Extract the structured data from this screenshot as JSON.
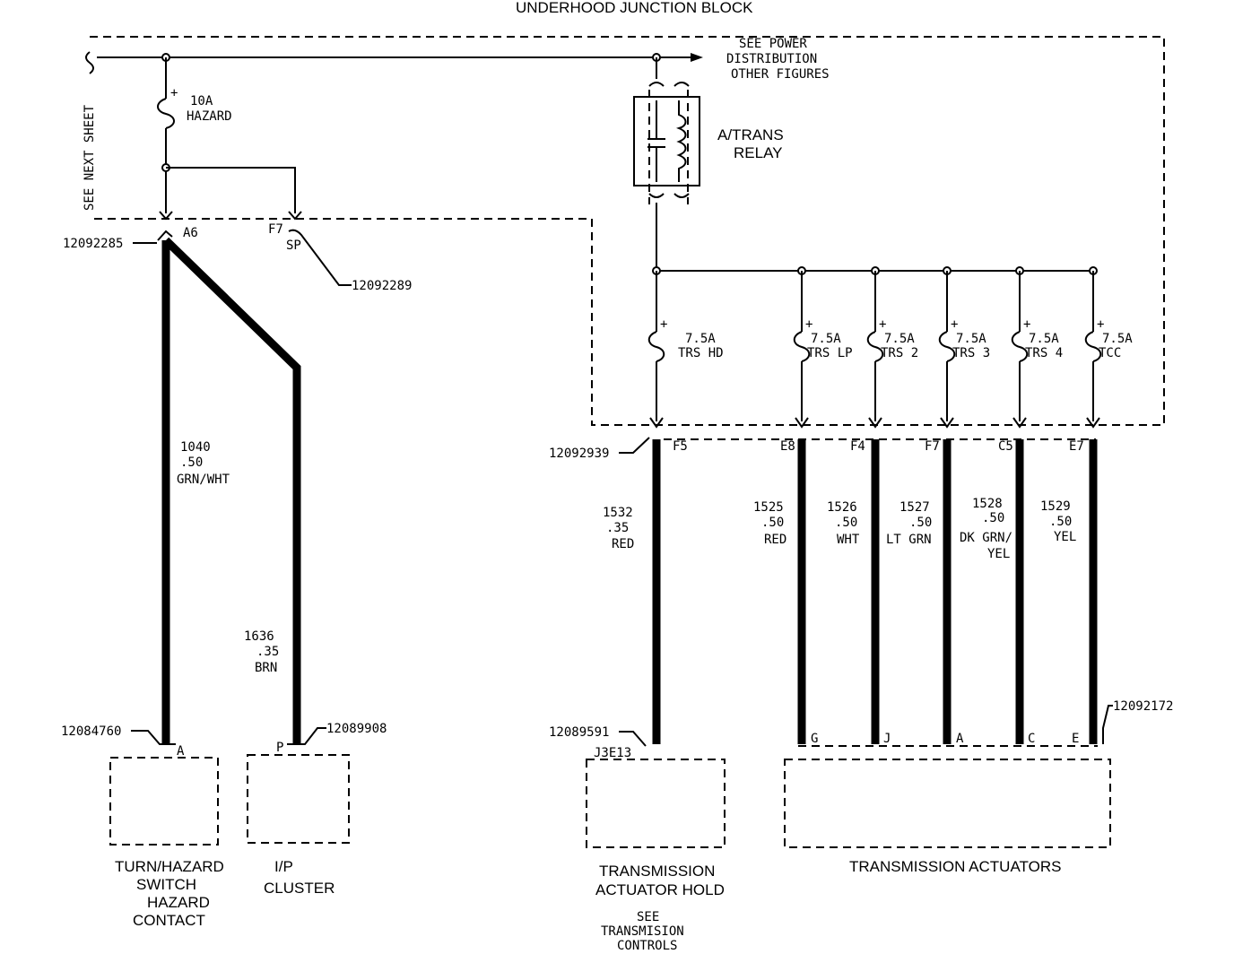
{
  "title": "UNDERHOOD JUNCTION BLOCK",
  "see_next_sheet": "SEE NEXT SHEET",
  "power_note": [
    "SEE POWER",
    "DISTRIBUTION",
    "OTHER FIGURES"
  ],
  "relay": {
    "line1": "A/TRANS",
    "line2": "RELAY"
  },
  "hazard_fuse": {
    "rating": "10A",
    "name": "HAZARD"
  },
  "fuses": [
    {
      "rating": "7.5A",
      "name": "TRS HD"
    },
    {
      "rating": "7.5A",
      "name": "TRS LP"
    },
    {
      "rating": "7.5A",
      "name": "TRS 2"
    },
    {
      "rating": "7.5A",
      "name": "TRS 3"
    },
    {
      "rating": "7.5A",
      "name": "TRS 4"
    },
    {
      "rating": "7.5A",
      "name": "TCC"
    }
  ],
  "connectors": {
    "c12092285": "12092285",
    "c12092289": "12092289",
    "c12092939": "12092939",
    "c12084760": "12084760",
    "c12089908": "12089908",
    "c12089591": "12089591",
    "c12092172": "12092172"
  },
  "pins": {
    "a6": "A6",
    "f7_sp": "F7",
    "sp": "SP",
    "f5": "F5",
    "e8": "E8",
    "f4": "F4",
    "f7": "F7",
    "c5": "C5",
    "e7": "E7",
    "pin_a_left": "A",
    "pin_p": "P",
    "j3e13": "J3E13",
    "g": "G",
    "j": "J",
    "a": "A",
    "c": "C",
    "e": "E"
  },
  "wires": [
    {
      "circuit": "1040",
      "size": ".50",
      "color": "GRN/WHT"
    },
    {
      "circuit": "1636",
      "size": ".35",
      "color": "BRN"
    },
    {
      "circuit": "1532",
      "size": ".35",
      "color": "RED"
    },
    {
      "circuit": "1525",
      "size": ".50",
      "color": "RED"
    },
    {
      "circuit": "1526",
      "size": ".50",
      "color": "WHT"
    },
    {
      "circuit": "1527",
      "size": ".50",
      "color": "LT GRN"
    },
    {
      "circuit": "1528",
      "size": ".50",
      "color": "DK GRN/",
      "color2": "YEL"
    },
    {
      "circuit": "1529",
      "size": ".50",
      "color": "YEL"
    }
  ],
  "components": {
    "turn_hazard": [
      "TURN/HAZARD",
      "SWITCH",
      "HAZARD",
      "CONTACT"
    ],
    "ip_cluster": [
      "I/P",
      "CLUSTER"
    ],
    "actuator_hold": [
      "TRANSMISSION",
      "ACTUATOR HOLD"
    ],
    "see_controls": [
      "SEE",
      "TRANSMISION",
      "CONTROLS"
    ],
    "actuators": "TRANSMISSION ACTUATORS"
  }
}
